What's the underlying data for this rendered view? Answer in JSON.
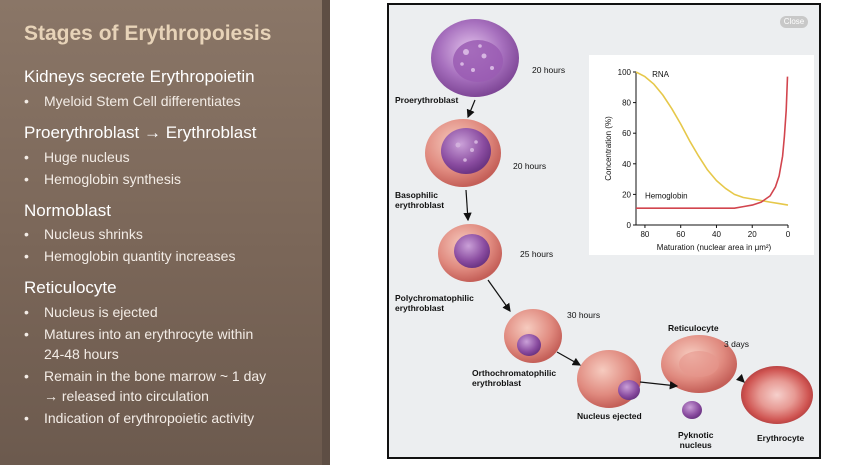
{
  "slide": {
    "title": "Stages of Erythropoiesis",
    "sections": [
      {
        "heading": "Kidneys secrete Erythropoietin",
        "bullets": [
          "Myeloid Stem Cell differentiates"
        ]
      },
      {
        "heading": "Proerythroblast → Erythroblast",
        "bullets": [
          "Huge nucleus",
          "Hemoglobin synthesis"
        ]
      },
      {
        "heading": "Normoblast",
        "bullets": [
          "Nucleus shrinks",
          "Hemoglobin quantity increases"
        ]
      },
      {
        "heading": "Reticulocyte",
        "bullets": [
          "Nucleus is ejected",
          "Matures into an erythrocyte within",
          "Remain in the bone marrow ~ 1 day",
          "Indication of erythropoietic activity"
        ]
      }
    ],
    "continuations": {
      "matures": "24-48 hours",
      "remain": "→ released into circulation"
    },
    "bullet_char": "•"
  },
  "figure": {
    "close_label": "Close",
    "stages": {
      "proerythroblast": "Proerythroblast",
      "basophilic": "Basophilic\nerythroblast",
      "polychromatophilic": "Polychromatophilic\nerythroblast",
      "orthochromatophilic": "Orthochromatophilic\nerythroblast",
      "nucleus_ejected": "Nucleus ejected",
      "reticulocyte": "Reticulocyte",
      "pyknotic": "Pyknotic\nnucleus",
      "erythrocyte": "Erythrocyte"
    },
    "durations": {
      "t1": "20 hours",
      "t2": "20 hours",
      "t3": "25 hours",
      "t4": "30 hours",
      "t5": "3 days"
    }
  },
  "chart_data": {
    "type": "line",
    "xlabel": "Maturation (nuclear area in μm²)",
    "ylabel": "Concentration (%)",
    "xlim": [
      85,
      0
    ],
    "ylim": [
      0,
      100
    ],
    "x_ticks": [
      80,
      60,
      40,
      20,
      0
    ],
    "y_ticks": [
      0,
      20,
      40,
      60,
      80,
      100
    ],
    "colors": {
      "rna": "#e6c84a",
      "hemoglobin": "#d2454e"
    },
    "series": [
      {
        "name": "RNA",
        "x": [
          85,
          80,
          75,
          70,
          65,
          60,
          55,
          50,
          45,
          40,
          35,
          30,
          25,
          20,
          15,
          10,
          5,
          0
        ],
        "y": [
          100,
          97,
          92,
          85,
          76,
          66,
          55,
          45,
          36,
          29,
          24,
          20,
          18,
          17,
          16,
          15,
          14,
          13
        ]
      },
      {
        "name": "Hemoglobin",
        "x": [
          85,
          60,
          40,
          30,
          25,
          20,
          15,
          10,
          7,
          5,
          3,
          2,
          1,
          0.3
        ],
        "y": [
          11,
          11,
          11,
          11,
          12,
          13,
          15,
          19,
          25,
          32,
          45,
          58,
          75,
          97
        ]
      }
    ]
  }
}
